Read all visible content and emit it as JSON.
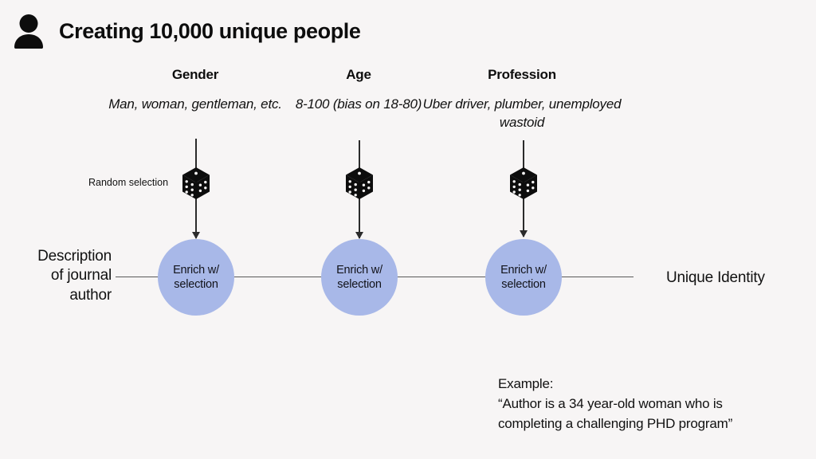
{
  "slide": {
    "title": "Creating 10,000 unique people",
    "icon": "person-icon",
    "background_color": "#f7f5f5",
    "node_color": "#a8b8e8"
  },
  "columns": [
    {
      "header": "Gender",
      "description": "Man, woman,\ngentleman, etc.",
      "die_icon": "dice-icon",
      "node_label": "Enrich w/\nselection"
    },
    {
      "header": "Age",
      "description": "8-100\n(bias on 18-80)",
      "die_icon": "dice-icon",
      "node_label": "Enrich w/\nselection"
    },
    {
      "header": "Profession",
      "description": "Uber driver, plumber,\nunemployed wastoid",
      "die_icon": "dice-icon",
      "node_label": "Enrich w/\nselection"
    }
  ],
  "annotations": {
    "random_selection": "Random selection",
    "input_label": "Description\nof journal\nauthor",
    "output_label": "Unique Identity"
  },
  "example": {
    "heading": "Example:",
    "line1": "“Author is a 34 year-old woman who is",
    "line2": "completing a challenging PHD program”"
  }
}
